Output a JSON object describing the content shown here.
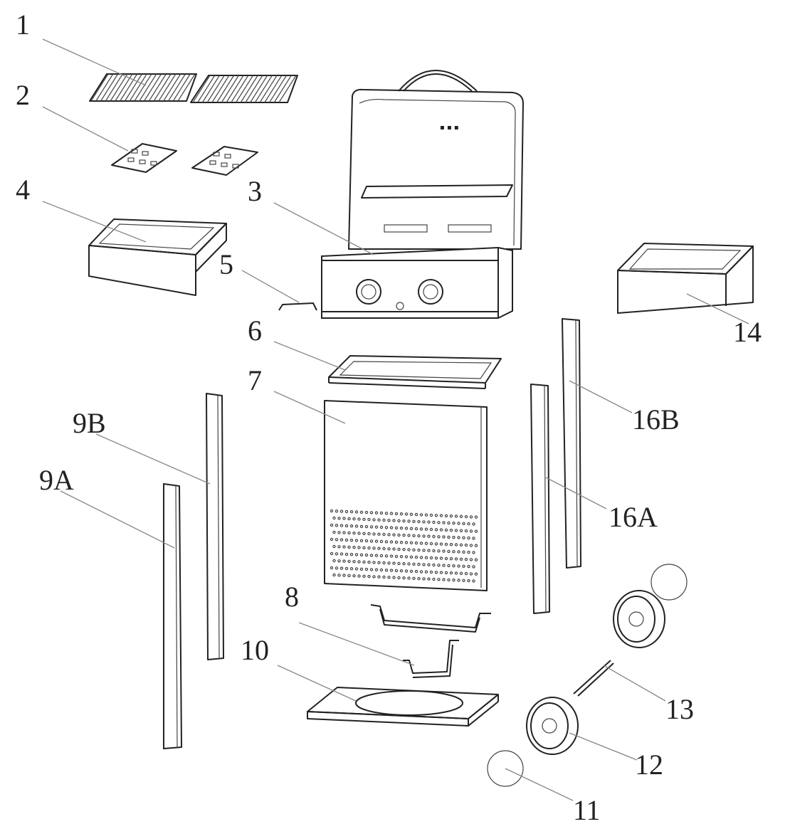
{
  "diagram": {
    "labels": [
      {
        "id": "p1",
        "text": "1"
      },
      {
        "id": "p2",
        "text": "2"
      },
      {
        "id": "p3",
        "text": "3"
      },
      {
        "id": "p4",
        "text": "4"
      },
      {
        "id": "p5",
        "text": "5"
      },
      {
        "id": "p6",
        "text": "6"
      },
      {
        "id": "p7",
        "text": "7"
      },
      {
        "id": "p8",
        "text": "8"
      },
      {
        "id": "p9a",
        "text": "9A"
      },
      {
        "id": "p9b",
        "text": "9B"
      },
      {
        "id": "p10",
        "text": "10"
      },
      {
        "id": "p11",
        "text": "11"
      },
      {
        "id": "p12",
        "text": "12"
      },
      {
        "id": "p13",
        "text": "13"
      },
      {
        "id": "p14",
        "text": "14"
      },
      {
        "id": "p16a",
        "text": "16A"
      },
      {
        "id": "p16b",
        "text": "16B"
      }
    ]
  }
}
